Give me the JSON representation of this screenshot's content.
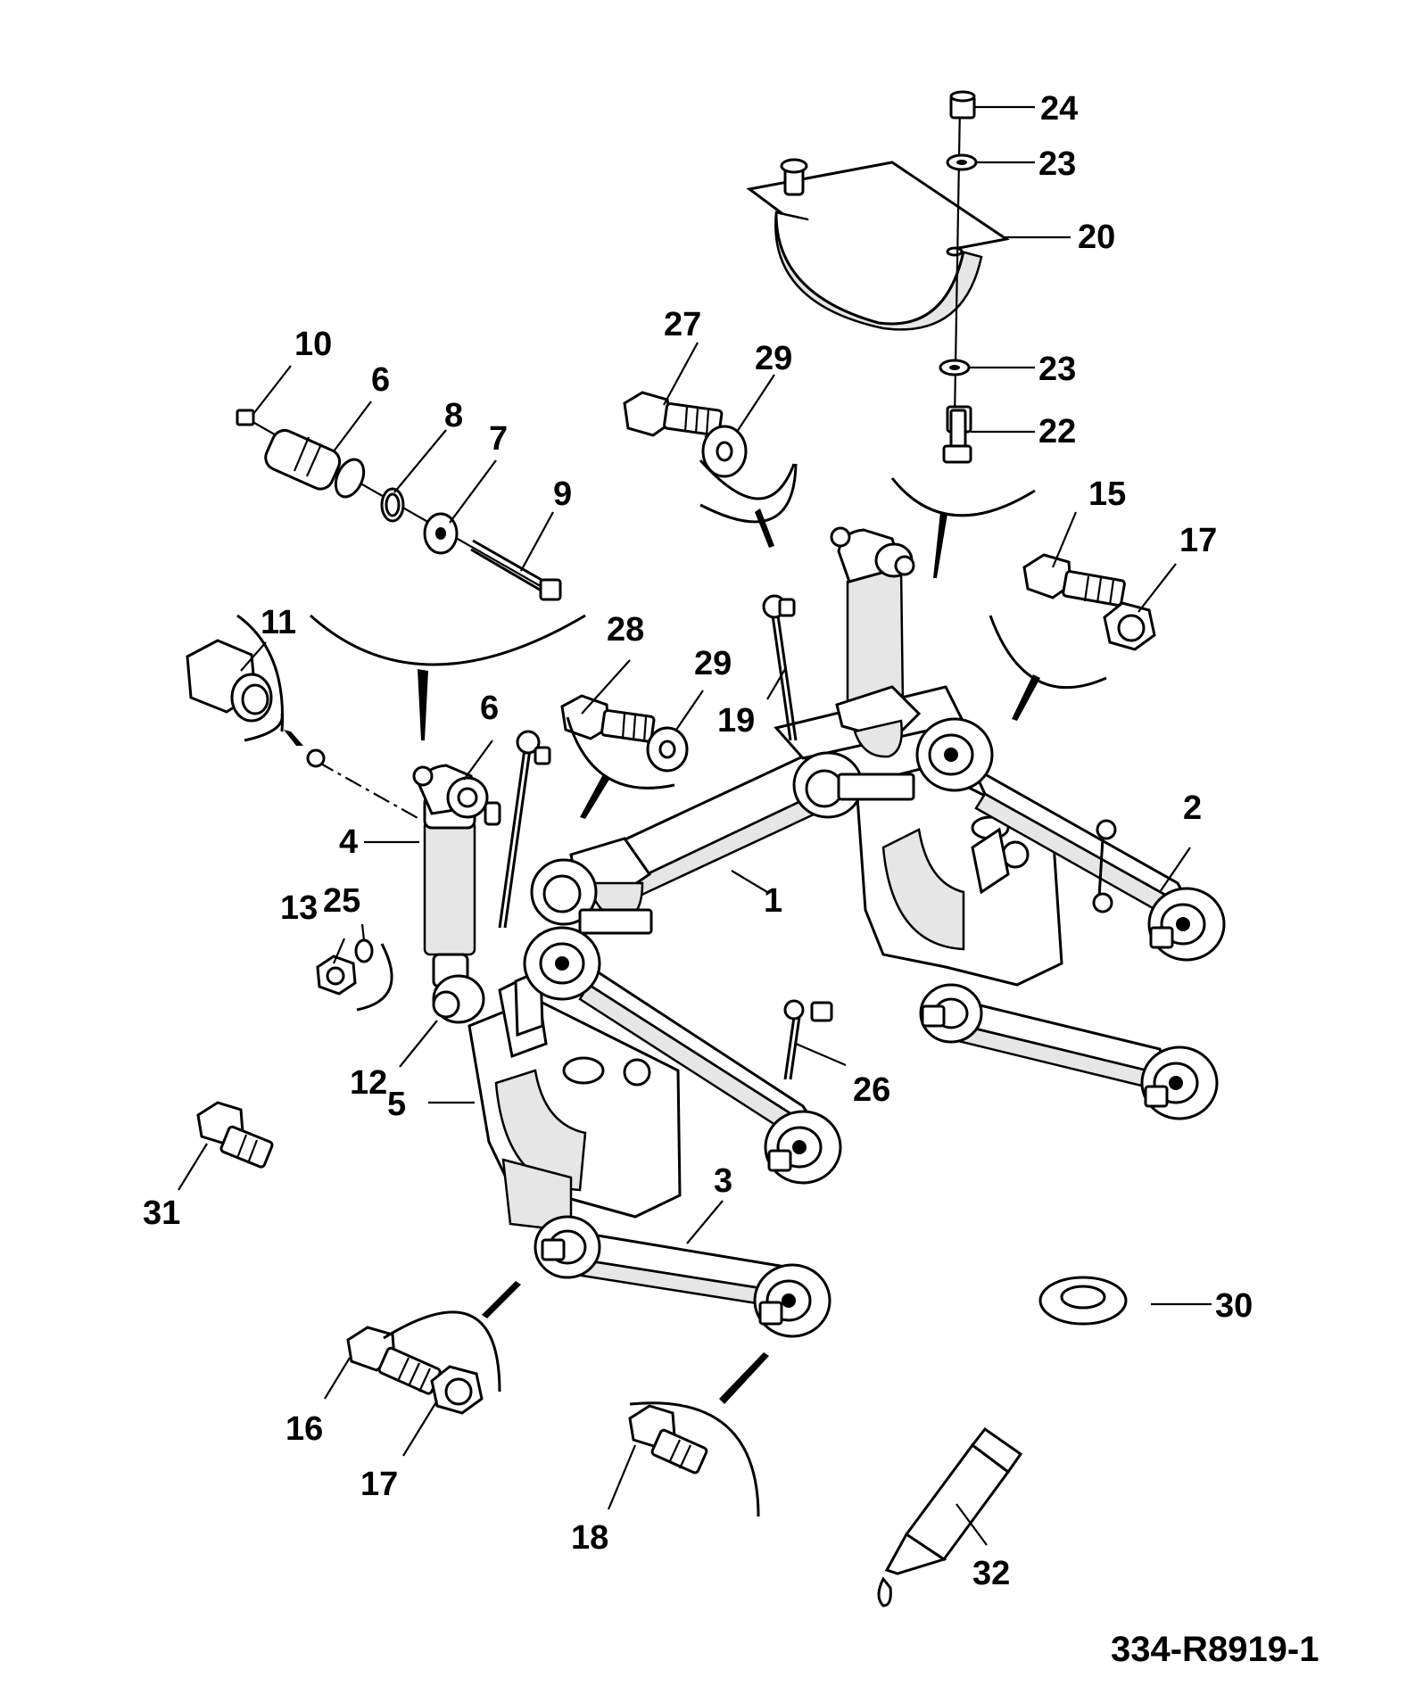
{
  "diagram": {
    "reference_code": "334-R8919-1",
    "callouts": [
      {
        "label": "1"
      },
      {
        "label": "2"
      },
      {
        "label": "3"
      },
      {
        "label": "4"
      },
      {
        "label": "5"
      },
      {
        "label": "6"
      },
      {
        "label": "6"
      },
      {
        "label": "7"
      },
      {
        "label": "8"
      },
      {
        "label": "9"
      },
      {
        "label": "10"
      },
      {
        "label": "11"
      },
      {
        "label": "12"
      },
      {
        "label": "13"
      },
      {
        "label": "15"
      },
      {
        "label": "16"
      },
      {
        "label": "17"
      },
      {
        "label": "17"
      },
      {
        "label": "18"
      },
      {
        "label": "19"
      },
      {
        "label": "20"
      },
      {
        "label": "22"
      },
      {
        "label": "23"
      },
      {
        "label": "23"
      },
      {
        "label": "24"
      },
      {
        "label": "25"
      },
      {
        "label": "26"
      },
      {
        "label": "27"
      },
      {
        "label": "28"
      },
      {
        "label": "29"
      },
      {
        "label": "29"
      },
      {
        "label": "30"
      },
      {
        "label": "31"
      },
      {
        "label": "32"
      }
    ]
  }
}
